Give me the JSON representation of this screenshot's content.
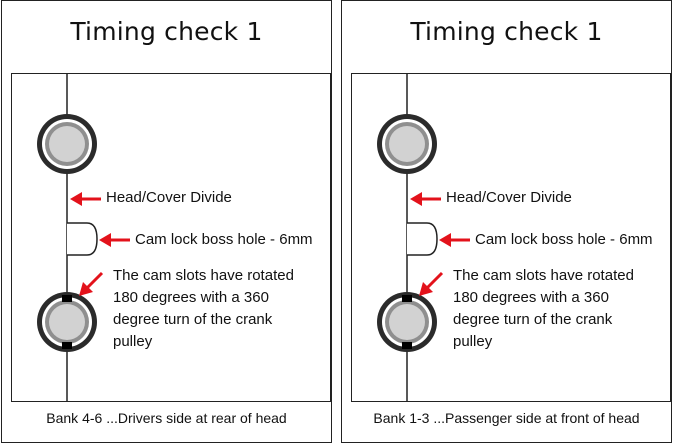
{
  "panels": [
    {
      "title": "Timing check 1",
      "labels": {
        "divide": "Head/Cover Divide",
        "cam_lock": "Cam lock boss hole -  6mm",
        "cam_slots": "The cam slots have rotated 180 degrees with a 360 degree turn of the crank pulley"
      },
      "caption": "Bank 4-6 ...Drivers side at rear of head"
    },
    {
      "title": "Timing check 1",
      "labels": {
        "divide": "Head/Cover Divide",
        "cam_lock": "Cam lock boss hole -  6mm",
        "cam_slots": "The cam slots have rotated 180 degrees with a 360 degree turn of the crank pulley"
      },
      "caption": "Bank 1-3 ...Passenger side at front of head"
    }
  ],
  "colors": {
    "arrow": "#e3121b",
    "line": "#222222",
    "cam_outer": "#2b2b2b",
    "cam_ring": "#9a9a9a",
    "cam_inner": "#c8c8c8"
  }
}
